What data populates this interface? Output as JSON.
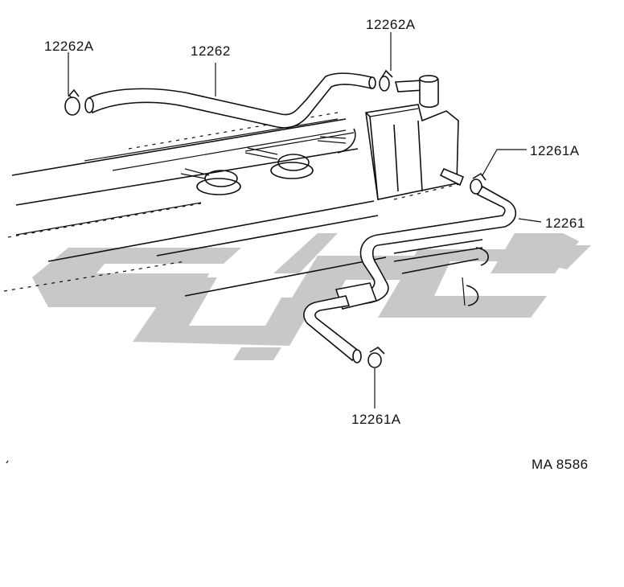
{
  "diagram": {
    "labels": {
      "top_left_clip": "12262A",
      "top_hose": "12262",
      "top_right_clip": "12262A",
      "right_clip": "12261A",
      "right_hose": "12261",
      "bottom_clip": "12261A"
    },
    "code": "MA 8586",
    "colors": {
      "line": "#111111",
      "watermark": "#c8c8c8",
      "background": "#ffffff"
    }
  }
}
